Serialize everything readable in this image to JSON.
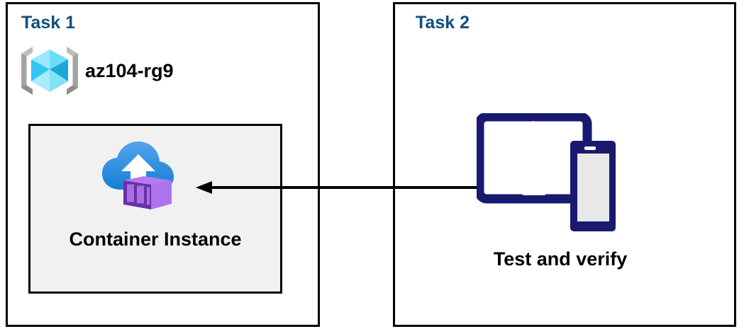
{
  "diagram": {
    "title_color": "#12507e",
    "panel_border_color": "#000000",
    "inner_box_fill": "#f1f1f1",
    "arrow_color": "#000000",
    "device_navy": "#191970",
    "panels": [
      {
        "id": "task1",
        "title": "Task 1",
        "resource_group": {
          "icon": "azure-resource-group-icon",
          "label": "az104-rg9"
        },
        "resource": {
          "icon": "azure-container-instance-icon",
          "label": "Container Instance"
        }
      },
      {
        "id": "task2",
        "title": "Task 2",
        "device": {
          "icon": "tablet-and-phone-devices-icon",
          "label": "Test and verify"
        }
      }
    ],
    "connector": {
      "name": "arrow-task2-to-container-instance",
      "direction": "right-to-left",
      "label": ""
    }
  }
}
